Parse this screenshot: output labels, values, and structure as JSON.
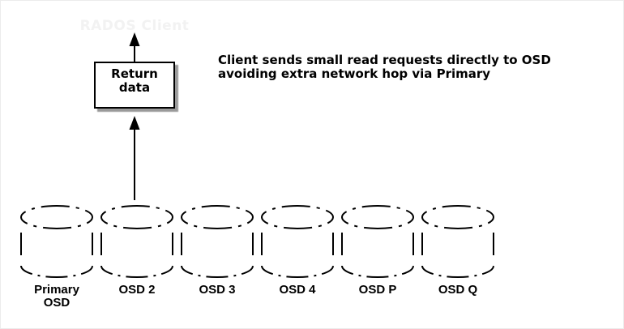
{
  "canvas": {
    "background": "#ffffff",
    "border_color": "#ececec",
    "ink_color": "#000000"
  },
  "client_label": {
    "text": "RADOS Client",
    "color": "#f2f2f2"
  },
  "return_box": {
    "line1": "Return",
    "line2": "data",
    "fill": "#ffffff",
    "border_color": "#000000",
    "shadow_color": "#9a9a9a"
  },
  "annotation": {
    "line1": "Client sends small read requests directly to OSD",
    "line2": "avoiding extra network hop via Primary"
  },
  "osd_row": {
    "stroke_color": "#000000",
    "style": "dashed-cylinder",
    "items": [
      {
        "label": "Primary",
        "label2": "OSD"
      },
      {
        "label": "OSD 2"
      },
      {
        "label": "OSD 3"
      },
      {
        "label": "OSD 4"
      },
      {
        "label": "OSD P"
      },
      {
        "label": "OSD Q"
      }
    ]
  },
  "icons": {
    "up_arrow": "arrow-up-icon",
    "cylinder": "dashed-cylinder-icon"
  }
}
